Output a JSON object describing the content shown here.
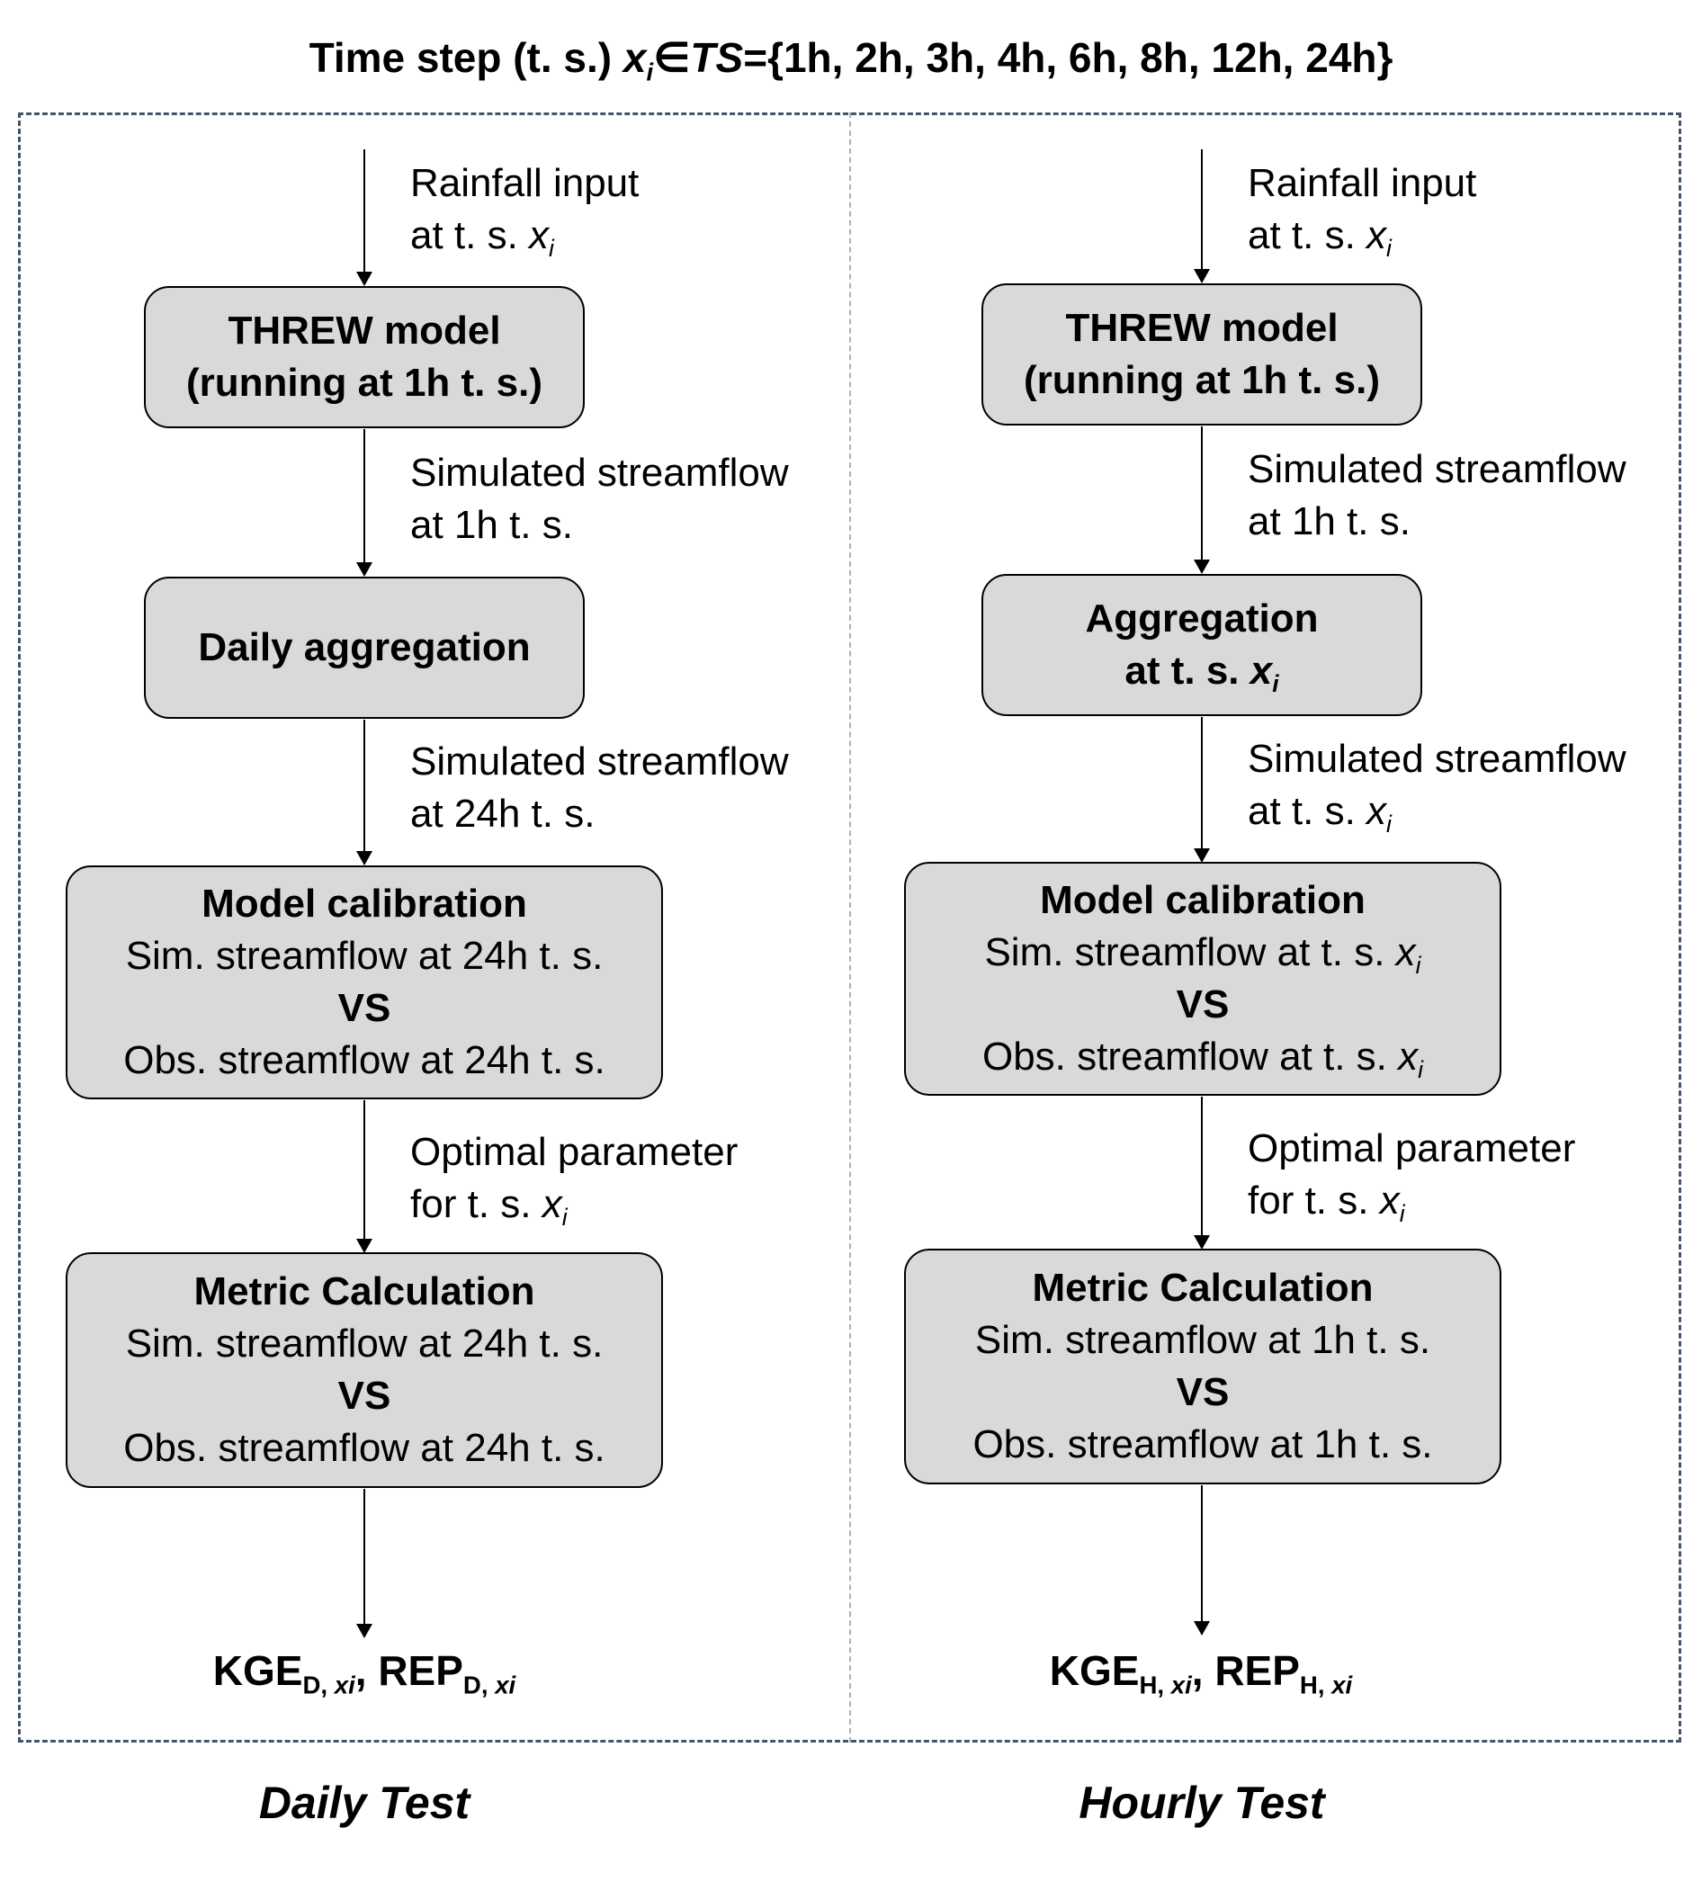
{
  "title": {
    "prefix": "Time step (t. s.) ",
    "var": "x",
    "sub": "i",
    "elem": "∈",
    "set_name": "TS",
    "set_values": "={1h, 2h, 3h, 4h, 6h, 8h, 12h, 24h}"
  },
  "daily": {
    "label_rainfall_1": "Rainfall input",
    "label_rainfall_2": "at t. s. ",
    "box_threw_1": "THREW model",
    "box_threw_2": "(running at 1h t. s.)",
    "label_sim1_1": "Simulated streamflow",
    "label_sim1_2": "at 1h t. s.",
    "box_agg": "Daily aggregation",
    "label_sim2_1": "Simulated streamflow",
    "label_sim2_2": "at 24h t. s.",
    "box_cal_title": "Model calibration",
    "box_cal_sim": "Sim. streamflow at 24h t. s.",
    "box_cal_vs": "VS",
    "box_cal_obs": "Obs. streamflow at 24h t. s.",
    "label_opt_1": "Optimal parameter",
    "label_opt_2": "for t. s. ",
    "box_met_title": "Metric Calculation",
    "box_met_sim": "Sim. streamflow at 24h t. s.",
    "box_met_vs": "VS",
    "box_met_obs": "Obs. streamflow at 24h t. s.",
    "result_kge": "KGE",
    "result_kge_sub": "D, ",
    "result_sep": ", ",
    "result_rep": "REP",
    "result_rep_sub": "D, ",
    "result_xi": "xi",
    "footer": "Daily Test"
  },
  "hourly": {
    "label_rainfall_1": "Rainfall input",
    "label_rainfall_2": "at t. s. ",
    "box_threw_1": "THREW model",
    "box_threw_2": "(running at 1h t. s.)",
    "label_sim1_1": "Simulated streamflow",
    "label_sim1_2": "at 1h t. s.",
    "box_agg_1": "Aggregation",
    "box_agg_2": "at t. s. ",
    "label_sim2_1": "Simulated streamflow",
    "label_sim2_2": "at t. s. ",
    "box_cal_title": "Model calibration",
    "box_cal_sim": "Sim. streamflow at t. s. ",
    "box_cal_vs": "VS",
    "box_cal_obs": "Obs. streamflow at t. s. ",
    "label_opt_1": "Optimal parameter",
    "label_opt_2": "for t. s. ",
    "box_met_title": "Metric Calculation",
    "box_met_sim": "Sim. streamflow at 1h t. s.",
    "box_met_vs": "VS",
    "box_met_obs": "Obs. streamflow at 1h t. s.",
    "result_kge": "KGE",
    "result_kge_sub": "H, ",
    "result_sep": ", ",
    "result_rep": "REP",
    "result_rep_sub": "H, ",
    "result_xi": "xi",
    "footer": "Hourly Test"
  },
  "symbol": {
    "x": "x",
    "i": "i"
  }
}
